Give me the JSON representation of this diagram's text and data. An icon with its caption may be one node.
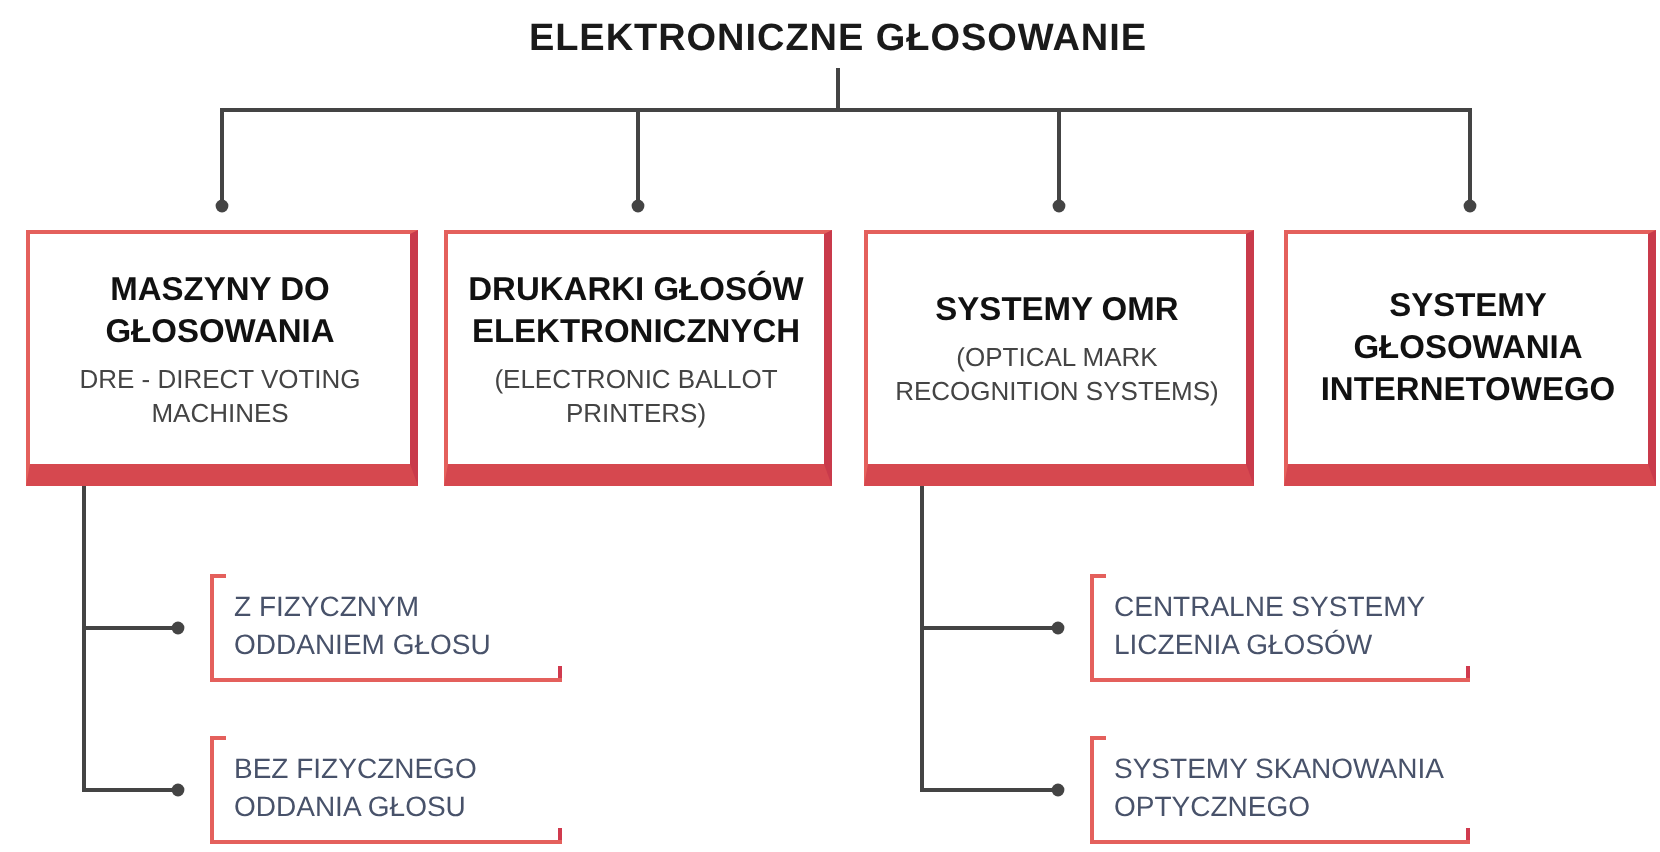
{
  "diagram": {
    "nodes": [
      {
        "text": [
          "ELEKTRONICZNE GŁOSOWANIE"
        ]
      },
      {
        "text": [
          "MASZYNY DO GŁOSOWANIA",
          "DRE - DIRECT VOTING MACHINES"
        ]
      },
      {
        "text": [
          "DRUKARKI GŁOSÓW ELEKTRONICZNYCH",
          "(ELECTRONIC BALLOT PRINTERS)"
        ]
      },
      {
        "text": [
          "SYSTEMY OMR",
          "(OPTICAL MARK RECOGNITION SYSTEMS)"
        ]
      },
      {
        "text": [
          "SYSTEMY GŁOSOWANIA INTERNETOWEGO"
        ]
      },
      {
        "text": [
          "Z FIZYCZNYM ODDANIEM GŁOSU"
        ]
      },
      {
        "text": [
          "BEZ FIZYCZNEGO ODDANIA GŁOSU"
        ]
      },
      {
        "text": [
          "CENTRALNE SYSTEMY LICZENIA GŁOSÓW"
        ]
      },
      {
        "text": [
          "SYSTEMY SKANOWANIA OPTYCZNEGO"
        ]
      }
    ],
    "edges": [
      {
        "from": 0,
        "to": 1,
        "arrow": "other"
      },
      {
        "from": 0,
        "to": 2,
        "arrow": "other"
      },
      {
        "from": 0,
        "to": 3,
        "arrow": "other"
      },
      {
        "from": 0,
        "to": 4,
        "arrow": "other"
      },
      {
        "from": 1,
        "to": 5,
        "arrow": "other"
      },
      {
        "from": 1,
        "to": 6,
        "arrow": "other"
      },
      {
        "from": 3,
        "to": 7,
        "arrow": "other"
      },
      {
        "from": 3,
        "to": 8,
        "arrow": "other"
      }
    ]
  }
}
